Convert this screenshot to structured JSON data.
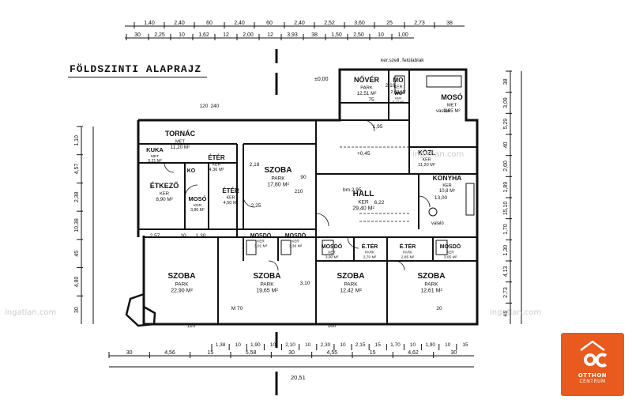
{
  "title": "FÖLDSZINTI ALAPRAJZ",
  "watermark": "ingatlan.com",
  "brand": {
    "name": "OTTHON",
    "sub": "CENTRUM",
    "color": "#e85a1e"
  },
  "top_dims": [
    "1,40",
    "2,40",
    "60",
    "2,40",
    "60",
    "2,40",
    "2,52",
    "3,60",
    "25",
    "2,73",
    "38"
  ],
  "top_dims2": [
    "30",
    "2,25",
    "10",
    "1,62",
    "12",
    "2,00",
    "12",
    "3,93",
    "38",
    "1,50",
    "2,50",
    "10",
    "1,00"
  ],
  "bottom_dims": [
    "1,38",
    "10",
    "1,90",
    "10",
    "2,10",
    "10",
    "2,30",
    "10",
    "2,15",
    "15",
    "1,70",
    "10",
    "1,90",
    "10",
    "15"
  ],
  "bottom_dims2": [
    "30",
    "4,56",
    "15",
    "5,58",
    "30",
    "4,55",
    "15",
    "4,62",
    "30"
  ],
  "bottom_total": "20,51",
  "left_dims": [
    "1,10",
    "4,57",
    "2,38",
    "10,38",
    "45",
    "4,80",
    "30"
  ],
  "right_dims": [
    "38",
    "3,09",
    "5,29",
    "40",
    "2,60",
    "1,89",
    "15,10",
    "1,70",
    "1,30",
    "4,13",
    "2,73",
    "45"
  ],
  "level_labels": [
    "±0,00",
    "+0,45"
  ],
  "notes": {
    "top_right": "ker.szell. felülablak",
    "vasalo": "vasaló",
    "valaszfal": "valaló",
    "bm": "bm 2,95"
  },
  "rooms": [
    {
      "id": "nover",
      "name": "NŐVÉR",
      "floor": "PARK",
      "area": "12,51 M²"
    },
    {
      "id": "mo",
      "name": "MO",
      "floor": "KER",
      "area": "2,63 M²"
    },
    {
      "id": "wc",
      "name": "WC",
      "floor": "KER",
      "area": "0,13 M²"
    },
    {
      "id": "moso-top",
      "name": "MOSÓ",
      "floor": "MET",
      "area": "9,65 M²"
    },
    {
      "id": "tornac",
      "name": "TORNÁC",
      "floor": "MET",
      "area": "11,20 M²"
    },
    {
      "id": "kuka",
      "name": "KUKA",
      "floor": "MET",
      "area": "3,21 M²"
    },
    {
      "id": "eter1",
      "name": "ÉTÉR",
      "floor": "KER",
      "area": "4,36 M²"
    },
    {
      "id": "ko",
      "name": "KO",
      "floor": "",
      "area": ""
    },
    {
      "id": "etkezo",
      "name": "ÉTKEZŐ",
      "floor": "KER",
      "area": "8,90 M²"
    },
    {
      "id": "moso1",
      "name": "MOSÓ",
      "floor": "KER",
      "area": "3,86 M²"
    },
    {
      "id": "eter2",
      "name": "ÉTÉR",
      "floor": "KER",
      "area": "4,50 M²"
    },
    {
      "id": "szoba-c",
      "name": "SZOBA",
      "floor": "PARK",
      "area": "17,80 M²"
    },
    {
      "id": "kozl",
      "name": "KÖZL",
      "floor": "KER",
      "area": "11,20 M²"
    },
    {
      "id": "hall",
      "name": "HALL",
      "floor": "KER",
      "area": "29,40 M²"
    },
    {
      "id": "konyha",
      "name": "KONYHA",
      "floor": "KER",
      "area": "10,8 M²"
    },
    {
      "id": "moso2",
      "name": "MOSDÓ",
      "floor": "KER",
      "area": "3,01 M²"
    },
    {
      "id": "moso3",
      "name": "MOSDÓ",
      "floor": "KER",
      "area": "3,36 M²"
    },
    {
      "id": "moso4",
      "name": "MOSDÓ",
      "floor": "KER",
      "area": "3,00 M²"
    },
    {
      "id": "eter3",
      "name": "É.TÉR",
      "floor": "PARK",
      "area": "2,70 M²"
    },
    {
      "id": "eter4",
      "name": "É.TÉR",
      "floor": "PARK",
      "area": "2,85 M²"
    },
    {
      "id": "moso5",
      "name": "MOSDÓ",
      "floor": "KER",
      "area": "3,05 M²"
    },
    {
      "id": "szoba1",
      "name": "SZOBA",
      "floor": "PARK",
      "area": "22,90 M²"
    },
    {
      "id": "szoba2",
      "name": "SZOBA",
      "floor": "PARK",
      "area": "19,65 M²"
    },
    {
      "id": "szoba3",
      "name": "SZOBA",
      "floor": "PARK",
      "area": "12,42 M²"
    },
    {
      "id": "szoba4",
      "name": "SZOBA",
      "floor": "PARK",
      "area": "12,61 M²"
    }
  ],
  "extra_dims": [
    "6,22",
    "13,00",
    "210",
    "90",
    "240",
    "120",
    "75",
    "M 70",
    "110",
    "160",
    "20",
    "2,57",
    "10",
    "1,30",
    "2,18",
    "2,25",
    "3,10",
    "1,95",
    "2,16"
  ]
}
